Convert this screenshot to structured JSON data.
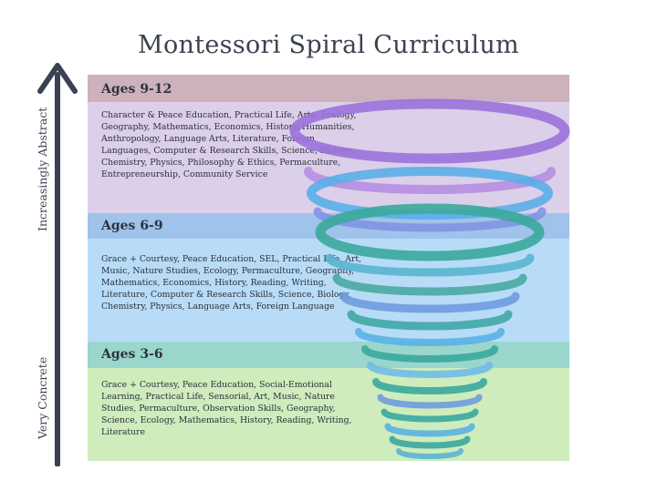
{
  "title": "Montessori Spiral Curriculum",
  "axis": {
    "top_label": "Increasingly Abstract",
    "bottom_label": "Very Concrete",
    "arrow_color": "#3a4152"
  },
  "bands": [
    {
      "title": "Ages 9-12",
      "text": "Character & Peace Education, Practical Life, Arts, Ecology, Geography, Mathematics, Economics, History, Humanities, Anthropology, Language Arts, Literature, Foreign Languages, Computer & Research Skills, Science, Biology, Chemistry, Physics, Philosophy & Ethics, Permaculture, Entrepreneurship, Community Service",
      "header_color": "#cdb1bc",
      "body_color": "#dccfe9"
    },
    {
      "title": "Ages 6-9",
      "text": "Grace + Courtesy, Peace Education, SEL, Practical Life, Art, Music, Nature Studies, Ecology, Permaculture, Geography, Mathematics, Economics, History, Reading, Writing, Literature, Computer & Research Skills, Science, Biology, Chemistry, Physics, Language Arts, Foreign Language",
      "header_color": "#9fc3ea",
      "body_color": "#b8dcf7"
    },
    {
      "title": "Ages 3-6",
      "text": "Grace + Courtesy, Peace Education, Social-Emotional Learning, Practical Life, Sensorial, Art, Music, Nature Studies, Permaculture, Observation Skills, Geography, Science, Ecology, Mathematics, History, Reading, Writing, Literature",
      "header_color": "#9ad6cc",
      "body_color": "#cfecbd"
    }
  ],
  "spiral_colors": {
    "purple": "#9a72dc",
    "blue": "#5aaee8",
    "teal": "#3aa99c"
  }
}
